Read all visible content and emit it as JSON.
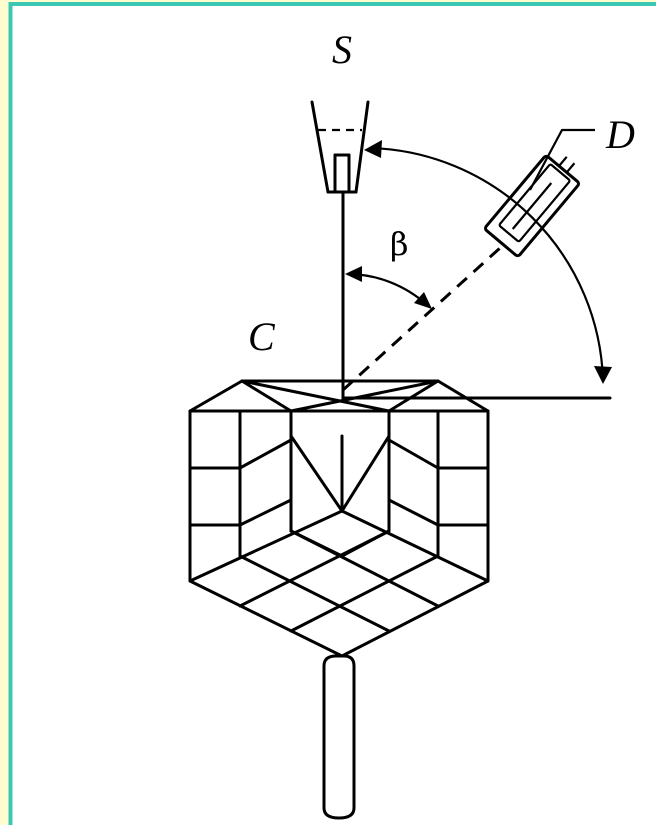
{
  "labels": {
    "source": "S",
    "detector": "D",
    "crystal": "C",
    "angle": "β"
  },
  "colors": {
    "border": "#3cc6b4",
    "background": "#fffdd0",
    "canvas": "#ffffff",
    "ink": "#000000"
  }
}
